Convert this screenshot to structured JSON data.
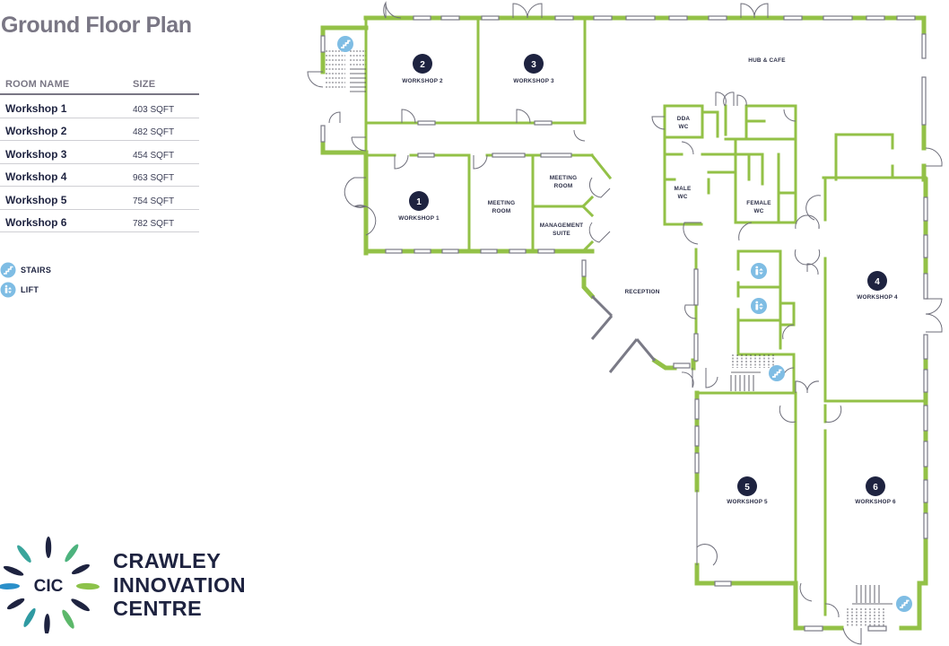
{
  "title": "Ground Floor Plan",
  "room_table": {
    "headers": {
      "name": "ROOM NAME",
      "size": "SIZE"
    },
    "rows": [
      {
        "name": "Workshop 1",
        "size": "403 SQFT"
      },
      {
        "name": "Workshop 2",
        "size": "482 SQFT"
      },
      {
        "name": "Workshop 3",
        "size": "454 SQFT"
      },
      {
        "name": "Workshop 4",
        "size": "963 SQFT"
      },
      {
        "name": "Workshop 5",
        "size": "754 SQFT"
      },
      {
        "name": "Workshop 6",
        "size": "782 SQFT"
      }
    ]
  },
  "legend": [
    {
      "icon": "stairs-icon",
      "label": "STAIRS"
    },
    {
      "icon": "lift-icon",
      "label": "LIFT"
    }
  ],
  "logo": {
    "mark": "CIC",
    "lines": [
      "CRAWLEY",
      "INNOVATION",
      "CENTRE"
    ]
  },
  "colors": {
    "wall": "#93c147",
    "badge": "#1e2340",
    "icon_blue": "#7fbde4",
    "title_gray": "#797684",
    "window_gray": "#7a7a86"
  },
  "floor_plan": {
    "workshops": [
      {
        "num": "1",
        "label": "WORKSHOP 1"
      },
      {
        "num": "2",
        "label": "WORKSHOP 2"
      },
      {
        "num": "3",
        "label": "WORKSHOP 3"
      },
      {
        "num": "4",
        "label": "WORKSHOP 4"
      },
      {
        "num": "5",
        "label": "WORKSHOP 5"
      },
      {
        "num": "6",
        "label": "WORKSHOP 6"
      }
    ],
    "areas": {
      "hub": "HUB & CAFE",
      "reception": "RECEPTION",
      "meeting_room_a": [
        "MEETING",
        "ROOM"
      ],
      "meeting_room_b": [
        "MEETING",
        "ROOM"
      ],
      "management": [
        "MANAGEMENT",
        "SUITE"
      ],
      "dda_wc": [
        "DDA",
        "WC"
      ],
      "male_wc": [
        "MALE",
        "WC"
      ],
      "female_wc": [
        "FEMALE",
        "WC"
      ]
    }
  }
}
